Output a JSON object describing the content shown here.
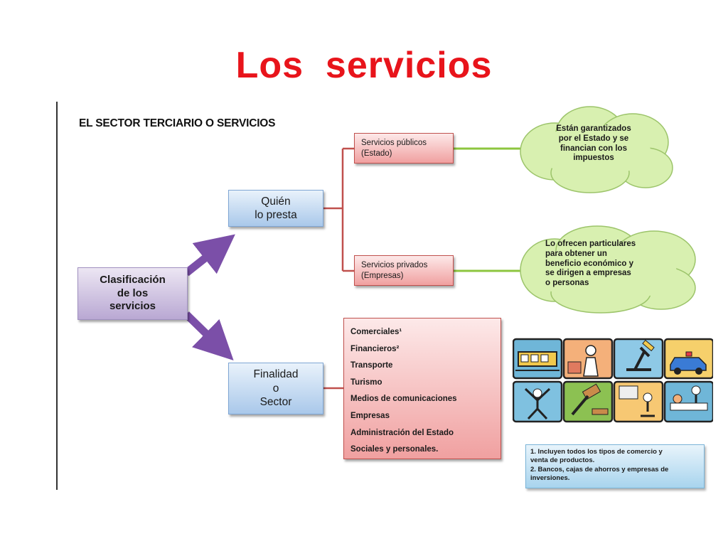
{
  "title": "Los  servicios",
  "diagram_title": "EL SECTOR TERCIARIO O SERVICIOS",
  "classification": {
    "lines": [
      "Clasificación",
      "de los",
      "servicios"
    ]
  },
  "quien": {
    "lines": [
      "Quién",
      "lo presta"
    ]
  },
  "finalidad": {
    "lines": [
      "Finalidad",
      "o",
      "Sector"
    ]
  },
  "publicos": {
    "lines": [
      "Servicios públicos",
      "(Estado)"
    ]
  },
  "privados": {
    "lines": [
      "Servicios privados",
      "(Empresas)"
    ]
  },
  "sectores": [
    "Comerciales¹",
    "Financieros²",
    "Transporte",
    "Turismo",
    "Medios de comunicaciones",
    "Empresas",
    "Administración del Estado",
    "Sociales y personales."
  ],
  "cloud_publicos": {
    "lines": [
      "Están garantizados",
      "por el Estado  y se",
      "financian con los",
      "impuestos"
    ]
  },
  "cloud_privados": {
    "lines": [
      "Lo ofrecen particulares",
      "para obtener un",
      "beneficio económico y",
      "se dirigen a empresas",
      "o personas"
    ]
  },
  "footnotes": [
    "1. Incluyen todos los tipos de comercio y",
    "venta de productos.",
    "2. Bancos, cajas de ahorros y empresas de",
    "inversiones."
  ],
  "icons": [
    "tram-icon",
    "shop-icon",
    "microscope-icon",
    "police-car-icon",
    "gymnast-icon",
    "gavel-icon",
    "classroom-icon",
    "patient-icon"
  ],
  "colors": {
    "title": "#e8141b",
    "connector_red": "#c0504d",
    "connector_green": "#8dc63f",
    "arrow_purple": "#7b4fa8"
  }
}
